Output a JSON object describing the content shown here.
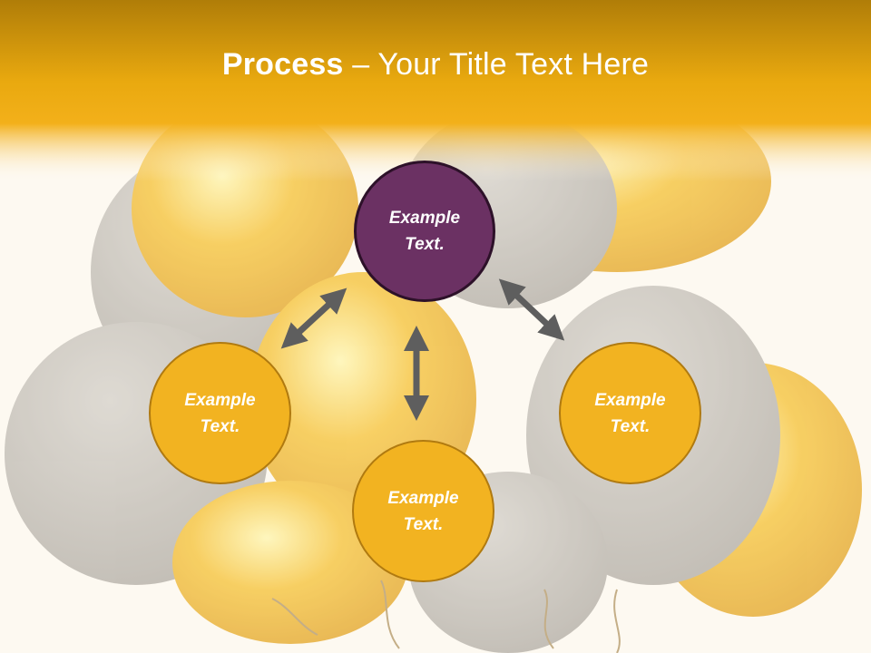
{
  "title": {
    "bold": "Process",
    "rest": " – Your Title Text Here"
  },
  "nodes": {
    "top": "Example Text.",
    "left": "Example Text.",
    "right": "Example Text.",
    "bottom": "Example Text."
  },
  "colors": {
    "header": "#f2ad10",
    "center_node": "#6b3163",
    "outer_node": "#f2b321",
    "arrow": "#5e5e5e"
  }
}
